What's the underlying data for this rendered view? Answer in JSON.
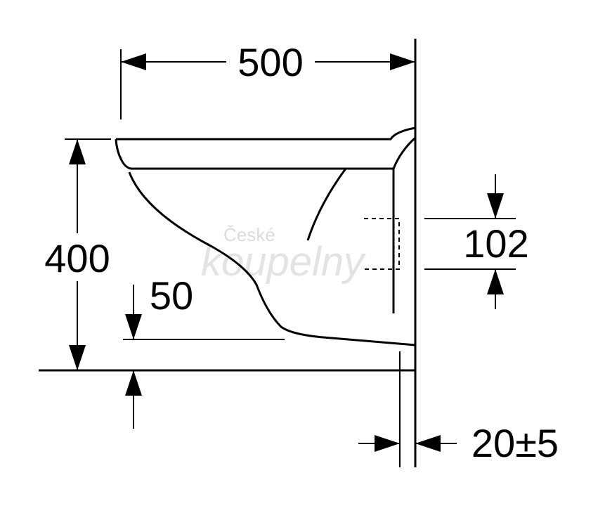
{
  "dimensions": {
    "width": "500",
    "height": "400",
    "rim_offset": "50",
    "outlet_height": "102",
    "wall_gap": "20±5"
  },
  "watermark": {
    "line1": "České",
    "line2": "koupelny"
  }
}
